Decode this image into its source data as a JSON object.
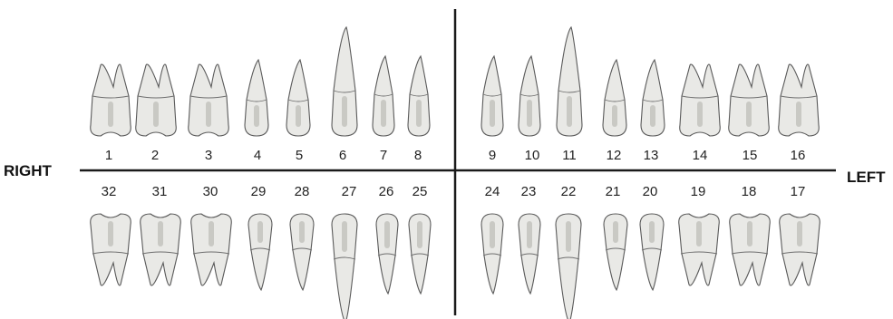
{
  "labels": {
    "right": "RIGHT",
    "left": "LEFT"
  },
  "upper_teeth": [
    {
      "number": "1",
      "type": "molar"
    },
    {
      "number": "2",
      "type": "molar"
    },
    {
      "number": "3",
      "type": "molar"
    },
    {
      "number": "4",
      "type": "premolar"
    },
    {
      "number": "5",
      "type": "premolar"
    },
    {
      "number": "6",
      "type": "canine"
    },
    {
      "number": "7",
      "type": "incisor"
    },
    {
      "number": "8",
      "type": "incisor"
    },
    {
      "number": "9",
      "type": "incisor"
    },
    {
      "number": "10",
      "type": "incisor"
    },
    {
      "number": "11",
      "type": "canine"
    },
    {
      "number": "12",
      "type": "premolar"
    },
    {
      "number": "13",
      "type": "premolar"
    },
    {
      "number": "14",
      "type": "molar"
    },
    {
      "number": "15",
      "type": "molar"
    },
    {
      "number": "16",
      "type": "molar"
    }
  ],
  "lower_teeth": [
    {
      "number": "32",
      "type": "molar"
    },
    {
      "number": "31",
      "type": "molar"
    },
    {
      "number": "30",
      "type": "molar"
    },
    {
      "number": "29",
      "type": "premolar"
    },
    {
      "number": "28",
      "type": "premolar"
    },
    {
      "number": "27",
      "type": "canine"
    },
    {
      "number": "26",
      "type": "incisor"
    },
    {
      "number": "25",
      "type": "incisor"
    },
    {
      "number": "24",
      "type": "incisor"
    },
    {
      "number": "23",
      "type": "incisor"
    },
    {
      "number": "22",
      "type": "canine"
    },
    {
      "number": "21",
      "type": "premolar"
    },
    {
      "number": "20",
      "type": "premolar"
    },
    {
      "number": "19",
      "type": "molar"
    },
    {
      "number": "18",
      "type": "molar"
    },
    {
      "number": "17",
      "type": "molar"
    }
  ]
}
